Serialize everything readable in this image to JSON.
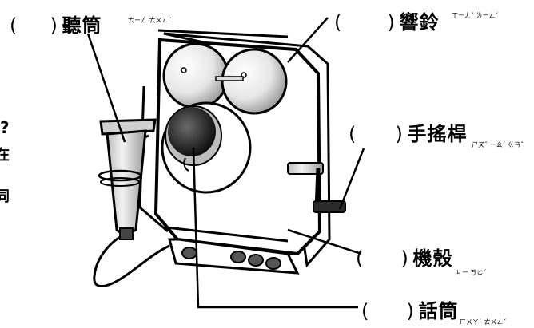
{
  "labels": {
    "receiver": {
      "open": "(",
      "close": ")",
      "text": "聽筒",
      "zhuyin": [
        "ㄊㄧㄥ",
        "ㄊㄨㄥˇ"
      ]
    },
    "bells": {
      "open": "(",
      "close": ")",
      "text": "響鈴",
      "zhuyin": [
        "ㄒㄧㄤˇ",
        "ㄌㄧㄥˊ"
      ]
    },
    "crank": {
      "open": "(",
      "close": ")",
      "text": "手搖桿",
      "zhuyin": [
        "ㄕㄡˇ",
        "ㄧㄠˊ",
        "ㄍㄢˇ"
      ]
    },
    "casing": {
      "open": "(",
      "close": ")",
      "text": "機殼",
      "zhuyin": [
        "ㄐㄧ",
        "ㄎㄜˊ"
      ]
    },
    "mouthpiece": {
      "open": "(",
      "close": ")",
      "text": "話筒",
      "zhuyin": [
        "ㄏㄨㄚˋ",
        "ㄊㄨㄥˇ"
      ]
    }
  },
  "left_fragments": [
    "?",
    "在",
    "同"
  ],
  "colors": {
    "ink": "#000000",
    "metal": "#d6d6d6",
    "shadow": "#9a9a9a",
    "paper": "#ffffff"
  }
}
